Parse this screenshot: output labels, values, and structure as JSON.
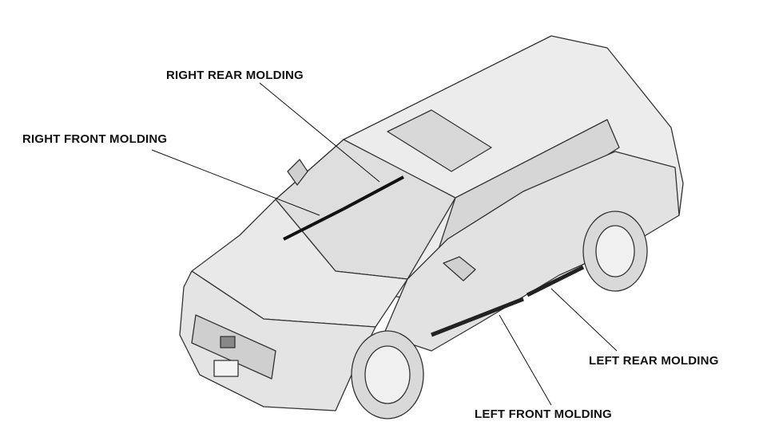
{
  "labels": {
    "right_rear": "RIGHT REAR MOLDING",
    "right_front": "RIGHT FRONT MOLDING",
    "left_rear": "LEFT REAR MOLDING",
    "left_front": "LEFT FRONT MOLDING"
  },
  "colors": {
    "line": "#111111",
    "body": "#e6e6e6",
    "shade": "#cfcfcf",
    "glass": "#d9d9d9"
  }
}
